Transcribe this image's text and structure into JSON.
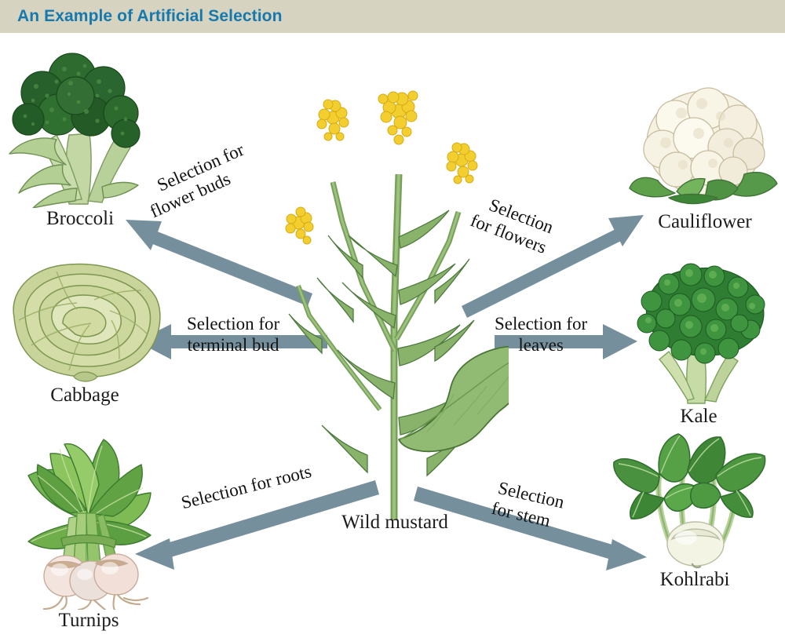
{
  "title": "An Example of Artificial Selection",
  "colors": {
    "title_bar_bg": "#d6d3c0",
    "title_text": "#1679ae",
    "arrow": "#768f9c",
    "page_bg": "#ffffff"
  },
  "center": {
    "label": "Wild mustard",
    "art_name": "wild-mustard-plant"
  },
  "nodes": [
    {
      "id": "broccoli",
      "label": "Broccoli",
      "art_name": "broccoli-illustration"
    },
    {
      "id": "cauliflower",
      "label": "Cauliflower",
      "art_name": "cauliflower-illustration"
    },
    {
      "id": "cabbage",
      "label": "Cabbage",
      "art_name": "cabbage-illustration"
    },
    {
      "id": "kale",
      "label": "Kale",
      "art_name": "kale-illustration"
    },
    {
      "id": "turnips",
      "label": "Turnips",
      "art_name": "turnips-illustration"
    },
    {
      "id": "kohlrabi",
      "label": "Kohlrabi",
      "art_name": "kohlrabi-illustration"
    }
  ],
  "arrows": [
    {
      "id": "flower-buds",
      "line1": "Selection for",
      "line2": "flower buds",
      "target": "broccoli",
      "direction": "upper-left"
    },
    {
      "id": "flowers",
      "line1": "Selection",
      "line2": "for flowers",
      "target": "cauliflower",
      "direction": "upper-right"
    },
    {
      "id": "terminal-bud",
      "line1": "Selection for",
      "line2": "terminal bud",
      "target": "cabbage",
      "direction": "left"
    },
    {
      "id": "leaves",
      "line1": "Selection for",
      "line2": "leaves",
      "target": "kale",
      "direction": "right"
    },
    {
      "id": "roots",
      "line1": "Selection for roots",
      "line2": "",
      "target": "turnips",
      "direction": "lower-left"
    },
    {
      "id": "stem",
      "line1": "Selection",
      "line2": "for stem",
      "target": "kohlrabi",
      "direction": "lower-right"
    }
  ]
}
